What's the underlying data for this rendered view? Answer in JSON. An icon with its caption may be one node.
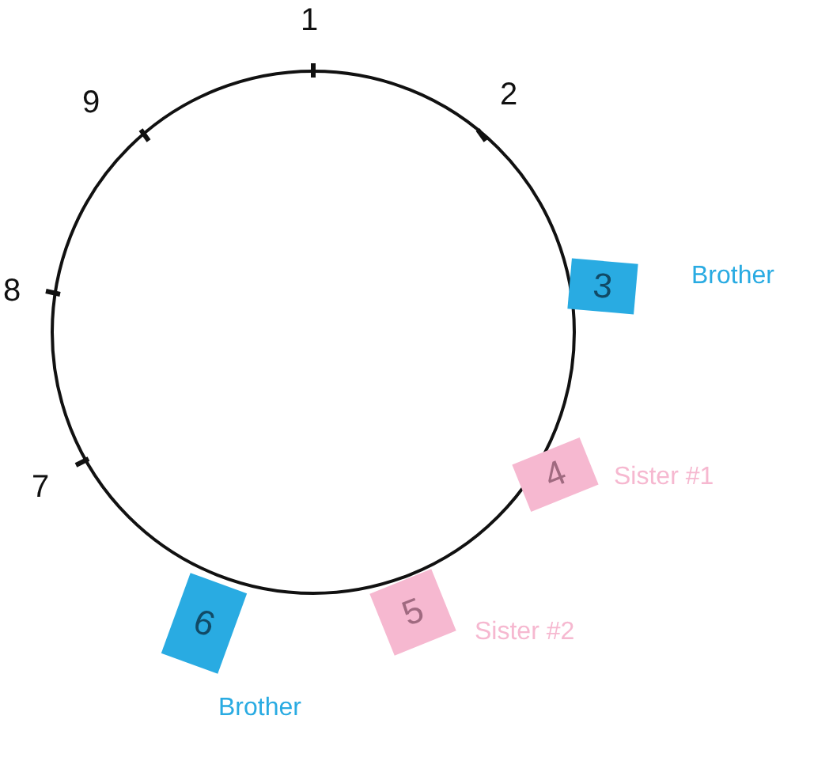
{
  "diagram": {
    "nodes": [
      {
        "text": [
          "3"
        ],
        "beside": [
          "Brother"
        ]
      },
      {
        "text": [
          "4"
        ],
        "beside": [
          "Sister #1"
        ]
      },
      {
        "text": [
          "5"
        ],
        "beside": [
          "Sister #2"
        ]
      },
      {
        "text": [
          "6"
        ],
        "beside": [
          "Brother"
        ]
      }
    ],
    "labels": [
      "1",
      "9",
      "2",
      "8",
      "7"
    ]
  }
}
